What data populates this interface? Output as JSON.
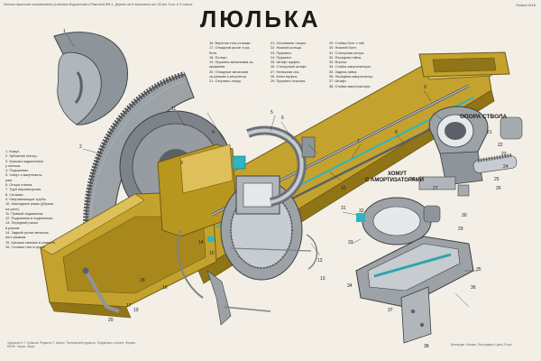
{
  "header_note": "Люлька пушечная полуавтомата установки Водорезова и Ракитина ВМ-1. Дерево на 6 пересылок кат. 36 мм. 5 шт. А 3 класса",
  "poster_id": "Плакат 6/16",
  "title": "ЛЮЛЬКА",
  "legend_columns": [
    [
      "1. Кожух.",
      "2. Зубчатый сектор.",
      "3. Крышка подшипника",
      "   у люльки.",
      "4. Подшипник.",
      "5. Хомут к амортизато-",
      "   рам.",
      "6. Опора ствола.",
      "7. Труб перемещения.",
      "8. Салазки.",
      "9. Направляющие трубы.",
      "10. Накладные рамы (убрана",
      "   на узле).",
      "11. Правый подшипник.",
      "12. Подшипник в подъемном.",
      "13. Передний рычаг",
      "   в разжат.",
      "14. Задний рычаг механиз-",
      "   ма к разжим.",
      "15. Крышка салазок в развале.",
      "16. Головки тяги в грани."
    ],
    [
      "16. Верхняя тяга оттяжки.",
      "17. Откидной рычаг в ра-",
      "    боте.",
      "18. Ползун.",
      "19. Пружина механизма за-",
      "    крывания.",
      "20. Откидные механизм",
      "    за разжим и регулятор.",
      "21. Оторвать опору."
    ],
    [
      "21. Основание опоры.",
      "22. Нижний кольцо.",
      "23. Пружина.",
      "24. Пружина.",
      "25. Штифт муфты.",
      "26. Стопорный штифт.",
      "27. Натяжная ось.",
      "28. Ключ муфты.",
      "29. Пружина отжатия."
    ],
    [
      "29. Стойка болт с гай.",
      "30. Нижний болт.",
      "31. Стопорная опора.",
      "32. Передняя гайка.",
      "33. Втулка.",
      "34. Стойка амортизатора.",
      "35. Задняя гайка.",
      "36. Передняя амортизатор.",
      "37. Штифт.",
      "38. Стойки амортизатора."
    ]
  ],
  "labels": {
    "barrel_support": "ОПОРА СТВОЛА",
    "clamp_line1": "ХОМУТ",
    "clamp_line2": "С АМОРТИЗАТОРАМИ"
  },
  "callouts": [
    "1",
    "2",
    "3",
    "4",
    "5",
    "6",
    "7",
    "8",
    "9",
    "10",
    "11",
    "12",
    "13",
    "14",
    "15",
    "16",
    "17",
    "18",
    "19",
    "20",
    "21",
    "22",
    "23",
    "24",
    "25",
    "26",
    "27",
    "28",
    "29",
    "30",
    "31",
    "32",
    "33",
    "34",
    "35",
    "36",
    "37",
    "38"
  ],
  "footer_left": "Художник Н. Г. Кубасов. Редактор Т. Шагун. Технический редактор. Подписано к печати. Формат 60×90. Тираж. Заказ.",
  "footer_right": "Воениздат. Москва. Типография. Цена 20 коп.",
  "colors": {
    "background": "#f3efe6",
    "body_fill": "#c4a22e",
    "body_dark": "#8f7418",
    "body_light": "#ddc05a",
    "steel": "#8e959a",
    "steel_dark": "#5b6166",
    "teal": "#2fb4c0",
    "sector_teeth": "#4c5257"
  },
  "icons": [
    "cradle-body",
    "toothed-sector",
    "trunnion-bearing",
    "barrel-support-assembly",
    "clamp-with-shock-absorbers",
    "buffer-spring",
    "lever-linkage"
  ]
}
